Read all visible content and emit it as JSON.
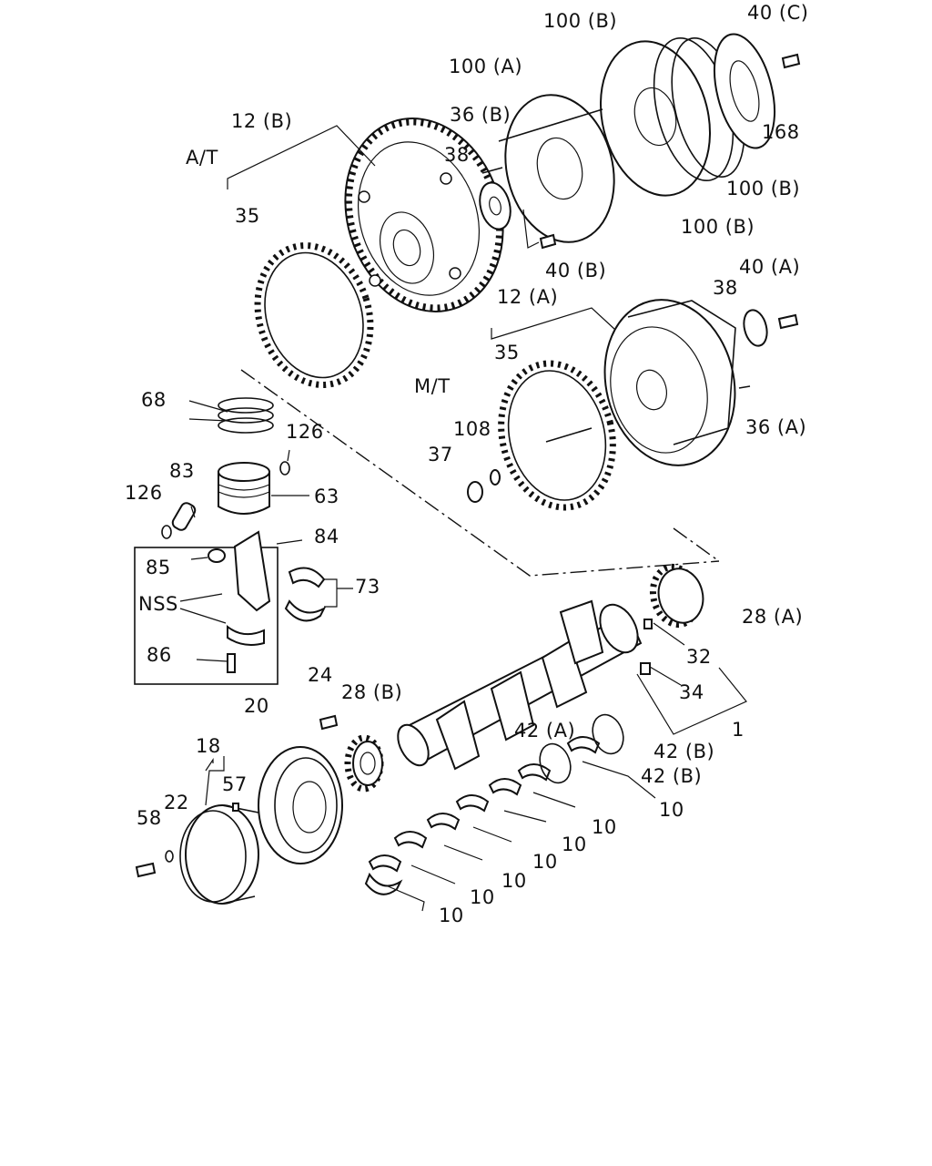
{
  "labels": {
    "at": "A/T",
    "mt": "M/T",
    "p12b": "12 (B)",
    "p12a": "12 (A)",
    "p35a": "35",
    "p35b": "35",
    "p100a": "100 (A)",
    "p100b1": "100 (B)",
    "p100b2": "100 (B)",
    "p100b3": "100 (B)",
    "p40c": "40 (C)",
    "p168": "168",
    "p36b": "36 (B)",
    "p38a": "38",
    "p38b": "38",
    "p40b": "40 (B)",
    "p40a": "40 (A)",
    "p36a": "36 (A)",
    "p68": "68",
    "p126a": "126",
    "p126b": "126",
    "p83": "83",
    "p63": "63",
    "p84": "84",
    "p85": "85",
    "p73": "73",
    "nss": "NSS",
    "p86": "86",
    "p108": "108",
    "p37": "37",
    "p28a": "28 (A)",
    "p32": "32",
    "p34": "34",
    "p1": "1",
    "p24": "24",
    "p28b": "28 (B)",
    "p20": "20",
    "p18": "18",
    "p57": "57",
    "p22": "22",
    "p58": "58",
    "p42a": "42 (A)",
    "p42b1": "42 (B)",
    "p42b2": "42 (B)",
    "p10_1": "10",
    "p10_2": "10",
    "p10_3": "10",
    "p10_4": "10",
    "p10_5": "10",
    "p10_6": "10",
    "p10_7": "10"
  }
}
